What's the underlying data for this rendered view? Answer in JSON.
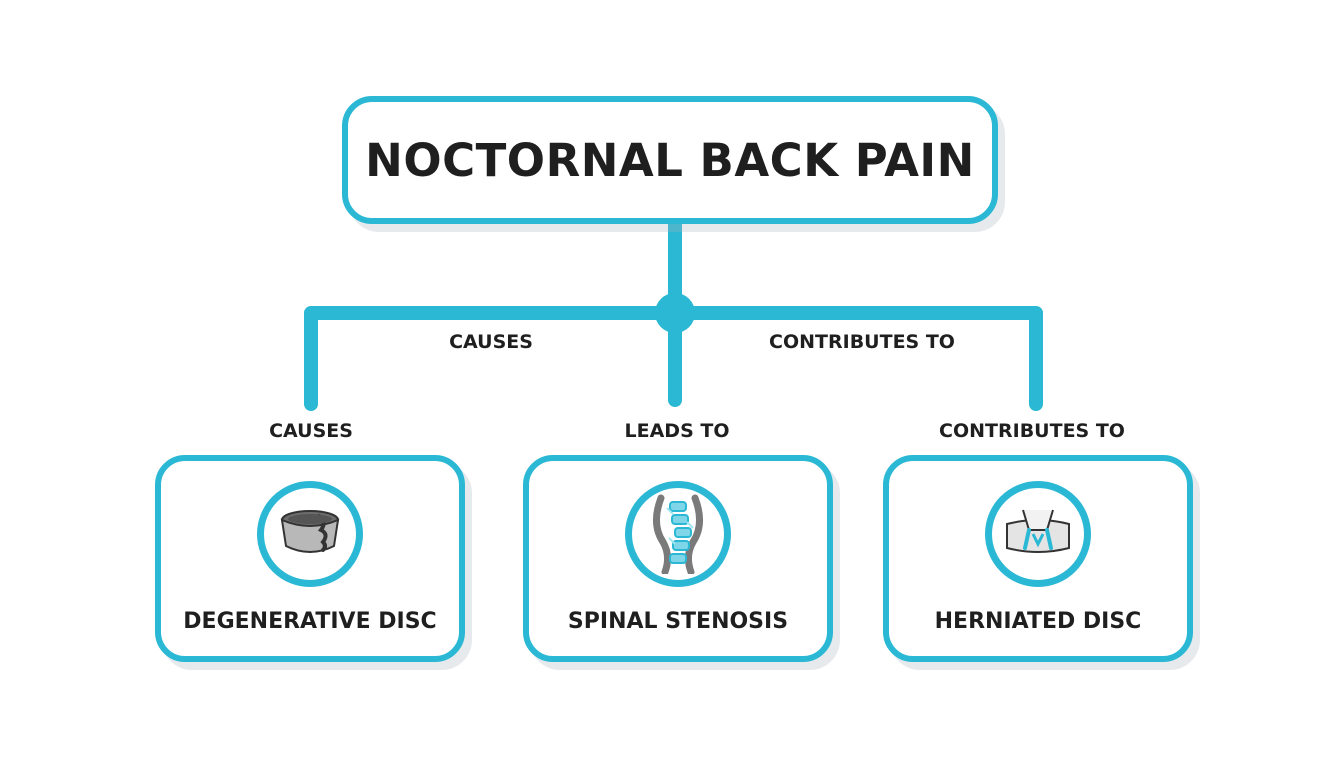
{
  "root": {
    "title": "NOCTORNAL BACK PAIN"
  },
  "branch_labels": {
    "left": "CAUSES",
    "right": "CONTRIBUTES TO"
  },
  "children": [
    {
      "edge_label": "CAUSES",
      "label": "DEGENERATIVE DISC",
      "icon": "degenerative-disc-icon"
    },
    {
      "edge_label": "LEADS TO",
      "label": "SPINAL STENOSIS",
      "icon": "spinal-stenosis-icon"
    },
    {
      "edge_label": "CONTRIBUTES TO",
      "label": "HERNIATED DISC",
      "icon": "herniated-disc-icon"
    }
  ],
  "colors": {
    "accent": "#2ab8d4",
    "text": "#1f1f1f",
    "icon_gray": "#8a8a8a"
  }
}
